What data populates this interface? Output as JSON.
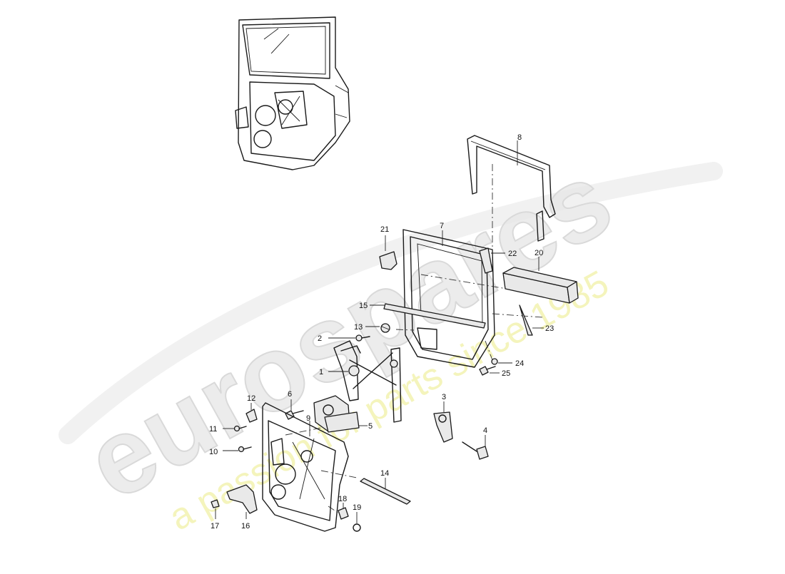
{
  "watermark": {
    "logo": "eurospares",
    "tagline": "a passion for parts since 1985",
    "logo_color": "#e6e6e6",
    "tagline_color": "#efefa0"
  },
  "callouts": [
    {
      "id": "1",
      "label": "1"
    },
    {
      "id": "2",
      "label": "2"
    },
    {
      "id": "3",
      "label": "3"
    },
    {
      "id": "4",
      "label": "4"
    },
    {
      "id": "5",
      "label": "5"
    },
    {
      "id": "6",
      "label": "6"
    },
    {
      "id": "7",
      "label": "7"
    },
    {
      "id": "8",
      "label": "8"
    },
    {
      "id": "9",
      "label": "9"
    },
    {
      "id": "10",
      "label": "10"
    },
    {
      "id": "11",
      "label": "11"
    },
    {
      "id": "12",
      "label": "12"
    },
    {
      "id": "13",
      "label": "13"
    },
    {
      "id": "14",
      "label": "14"
    },
    {
      "id": "15",
      "label": "15"
    },
    {
      "id": "16",
      "label": "16"
    },
    {
      "id": "17",
      "label": "17"
    },
    {
      "id": "18",
      "label": "18"
    },
    {
      "id": "19",
      "label": "19"
    },
    {
      "id": "20",
      "label": "20"
    },
    {
      "id": "21",
      "label": "21"
    },
    {
      "id": "22",
      "label": "22"
    },
    {
      "id": "23",
      "label": "23"
    },
    {
      "id": "24",
      "label": "24"
    },
    {
      "id": "25",
      "label": "25"
    }
  ]
}
